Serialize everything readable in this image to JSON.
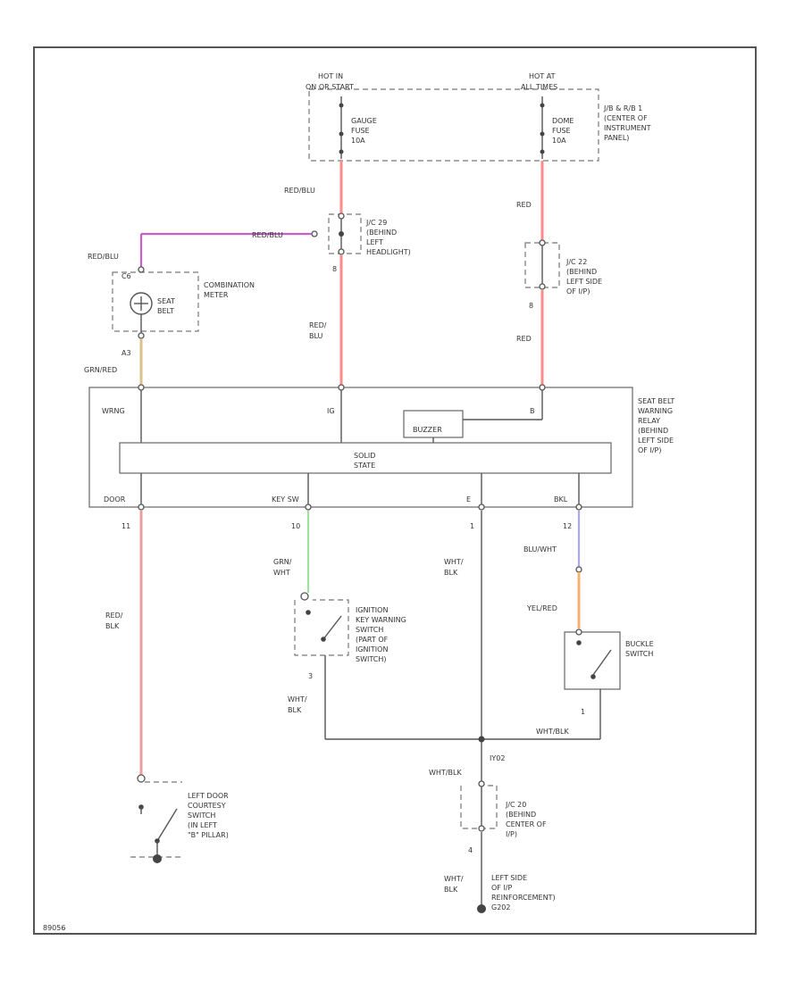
{
  "fuses": {
    "left_source_1": "HOT IN",
    "left_source_2": "ON OR START",
    "left_fuse": [
      "GAUGE",
      "FUSE",
      "10A"
    ],
    "right_source_1": "HOT AT",
    "right_source_2": "ALL TIMES",
    "right_fuse": [
      "DOME",
      "FUSE",
      "10A"
    ],
    "jb_label": [
      "J/B & R/B 1",
      "(CENTER OF",
      "INSTRUMENT",
      "PANEL)"
    ]
  },
  "wires": {
    "red_blu_top": "RED/BLU",
    "red_blu_horiz": "RED/BLU",
    "red_blu_left": "RED/BLU",
    "red_right_top": "RED",
    "red_right_bottom": "RED",
    "red_blu_mid": [
      "RED/",
      "BLU"
    ],
    "grn_red": "GRN/RED",
    "red_blk": [
      "RED/",
      "BLK"
    ],
    "grn_wht": [
      "GRN/",
      "WHT"
    ],
    "wht_blk_center": [
      "WHT/",
      "BLK"
    ],
    "blu_wht": "BLU/WHT",
    "yel_red": "YEL/RED",
    "wht_blk_key": [
      "WHT/",
      "BLK"
    ],
    "wht_blk_buckle": "WHT/BLK",
    "wht_blk_lower": "WHT/BLK",
    "wht_blk_bottom": [
      "WHT/",
      "BLK"
    ]
  },
  "connectors": {
    "jc_headlight": [
      "J/C 29",
      "(BEHIND",
      "LEFT",
      "HEADLIGHT)"
    ],
    "jc_headlight_pin": "8",
    "jc_left_ip": [
      "J/C 22",
      "(BEHIND",
      "LEFT SIDE",
      "OF I/P)"
    ],
    "jc_left_ip_pin": "8",
    "jc_center": [
      "J/C 20",
      "(BEHIND",
      "CENTER OF",
      "I/P)"
    ],
    "jc_center_pin": "4",
    "meter_pin_top": "C6",
    "meter_pin_bottom": "A3",
    "c_door_pin": "11",
    "c_key_pin": "10",
    "c_e_pin": "1",
    "c_buckle_pin": "12",
    "key_pin_bottom": "3",
    "buckle_pin_bottom": "1",
    "ground_pin": "IY02",
    "ground_splice": "G202"
  },
  "components": {
    "combination_meter": [
      "COMBINATION",
      "METER"
    ],
    "seat_belt_lamp": [
      "SEAT",
      "BELT"
    ],
    "relay_label": [
      "SEAT BELT",
      "WARNING",
      "RELAY",
      "(BEHIND",
      "LEFT SIDE",
      "OF I/P)"
    ],
    "relay_term_wrng": "WRNG",
    "relay_term_ig": "IG",
    "relay_term_b": "B",
    "buzzer": "BUZZER",
    "solid_state": [
      "SOLID",
      "STATE"
    ],
    "term_door": "DOOR",
    "term_keysw": "KEY SW",
    "term_e": "E",
    "term_bkl": "BKL",
    "ignition_switch": [
      "IGNITION",
      "KEY WARNING",
      "SWITCH",
      "(PART OF",
      "IGNITION",
      "SWITCH)"
    ],
    "buckle_switch": [
      "BUCKLE",
      "SWITCH"
    ],
    "door_switch": [
      "LEFT DOOR",
      "COURTESY",
      "SWITCH",
      "(IN LEFT",
      "\"B\" PILLAR)"
    ],
    "ground_label": [
      "LEFT SIDE",
      "OF I/P",
      "REINFORCEMENT)",
      "G202"
    ]
  },
  "footer": {
    "code": "89056"
  },
  "colors": {
    "red": "#ff8a8a",
    "pink": "#e9a0a0",
    "magenta": "#c95ec9",
    "tan": "#d8c28a",
    "green": "#9ee09e",
    "blue": "#a8a8f0",
    "orange": "#f5b270"
  }
}
